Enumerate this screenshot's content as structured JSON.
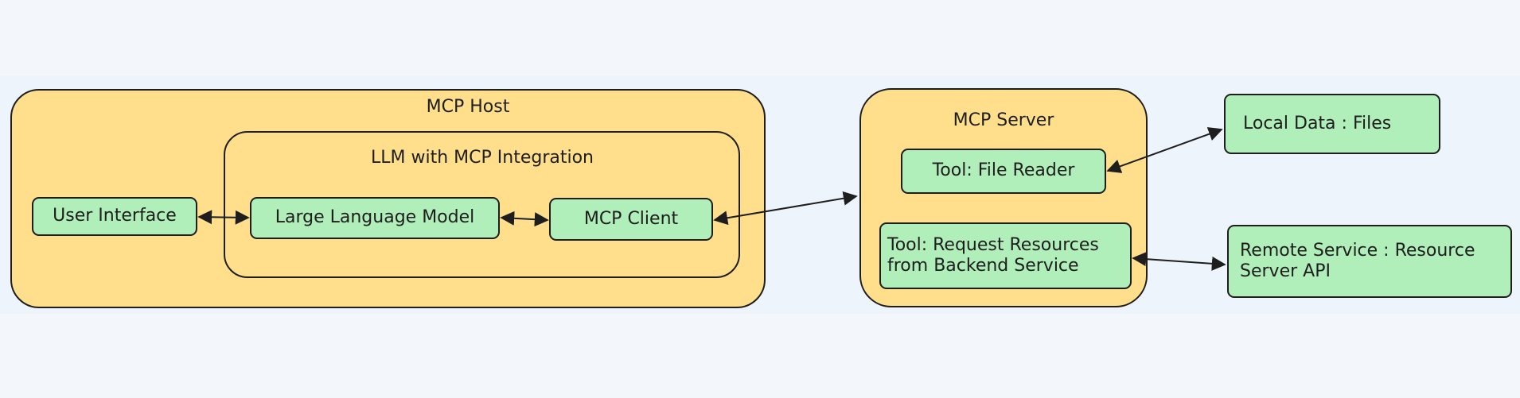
{
  "colors": {
    "background": "#f3f6fb",
    "group_fill": "#ffdf8c",
    "node_fill": "#b0efb9",
    "stroke": "#1e1e1e"
  },
  "mcp_host": {
    "title": "MCP Host",
    "llm_group": {
      "title": "LLM with MCP Integration",
      "large_language_model": "Large Language Model",
      "mcp_client": "MCP Client"
    },
    "user_interface": "User Interface"
  },
  "mcp_server": {
    "title": "MCP Server",
    "tool_file_reader": "Tool: File Reader",
    "tool_request_line1": "Tool: Request Resources",
    "tool_request_line2": "from Backend Service"
  },
  "external": {
    "local_data": "Local Data : Files",
    "remote_service_line1": "Remote Service : Resource",
    "remote_service_line2": "Server API"
  },
  "connections": [
    {
      "from": "User Interface",
      "to": "Large Language Model",
      "direction": "both"
    },
    {
      "from": "Large Language Model",
      "to": "MCP Client",
      "direction": "both"
    },
    {
      "from": "MCP Client",
      "to": "MCP Server",
      "direction": "both"
    },
    {
      "from": "Tool: File Reader",
      "to": "Local Data : Files",
      "direction": "both"
    },
    {
      "from": "Tool: Request Resources from Backend Service",
      "to": "Remote Service : Resource Server API",
      "direction": "both"
    }
  ]
}
